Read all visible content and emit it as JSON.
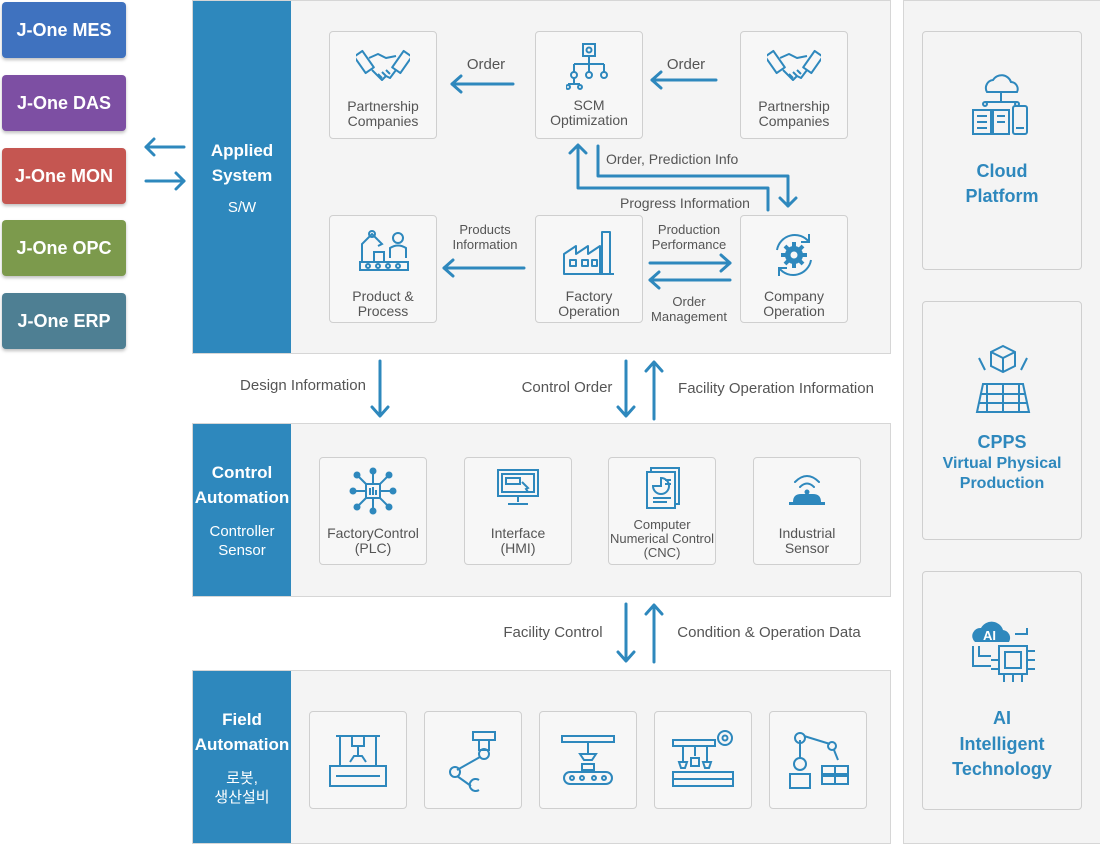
{
  "colors": {
    "accent": "#2e88bd",
    "mes": "#3f72bf",
    "das": "#7d4fa3",
    "mon": "#c55651",
    "opc": "#7c9a4c",
    "erp": "#4e7f93"
  },
  "products": [
    {
      "label": "J-One MES"
    },
    {
      "label": "J-One DAS"
    },
    {
      "label": "J-One MON"
    },
    {
      "label": "J-One OPC"
    },
    {
      "label": "J-One ERP"
    }
  ],
  "applied": {
    "title_1": "Applied",
    "title_2": "System",
    "sub": "S/W",
    "partner_left": "Partnership\nCompanies",
    "scm": "SCM\nOptimization",
    "partner_right": "Partnership\nCompanies",
    "product_process": "Product &\nProcess",
    "factory_operation": "Factory\nOperation",
    "company_operation": "Company\nOperation",
    "flow_order_left": "Order",
    "flow_order_right": "Order",
    "flow_order_prediction": "Order, Prediction Info",
    "flow_progress": "Progress Information",
    "flow_products_info": "Products\nInformation",
    "flow_production_perf": "Production\nPerformance",
    "flow_order_mgmt": "Order\nManagement"
  },
  "between_1": {
    "design": "Design Information",
    "control_order": "Control Order",
    "facility_info": "Facility Operation Information"
  },
  "control": {
    "title_1": "Control",
    "title_2": "Automation",
    "sub_1": "Controller",
    "sub_2": "Sensor",
    "plc": "FactoryControl\n(PLC)",
    "hmi": "Interface\n(HMI)",
    "cnc": "Computer\nNumerical Control\n(CNC)",
    "sensor": "Industrial\nSensor"
  },
  "between_2": {
    "facility_control": "Facility Control",
    "condition": "Condition & Operation Data"
  },
  "field": {
    "title_1": "Field",
    "title_2": "Automation",
    "sub_1": "로봇,",
    "sub_2": "생산설비"
  },
  "right": {
    "cloud": "Cloud\nPlatform",
    "cpps_title": "CPPS",
    "cpps_sub": "Virtual Physical\nProduction",
    "ai_title": "AI",
    "ai_sub": "Intelligent\nTechnology",
    "ai_chip_text": "AI"
  },
  "icons": [
    "handshake-icon",
    "org-chart-icon",
    "cloud-devices-icon",
    "cube-grid-icon",
    "ai-chip-icon",
    "robot-arm-icon",
    "factory-icon",
    "gear-cycle-icon",
    "monitor-icon",
    "document-icon",
    "wifi-sensor-icon",
    "network-node-icon",
    "conveyor-icon"
  ]
}
